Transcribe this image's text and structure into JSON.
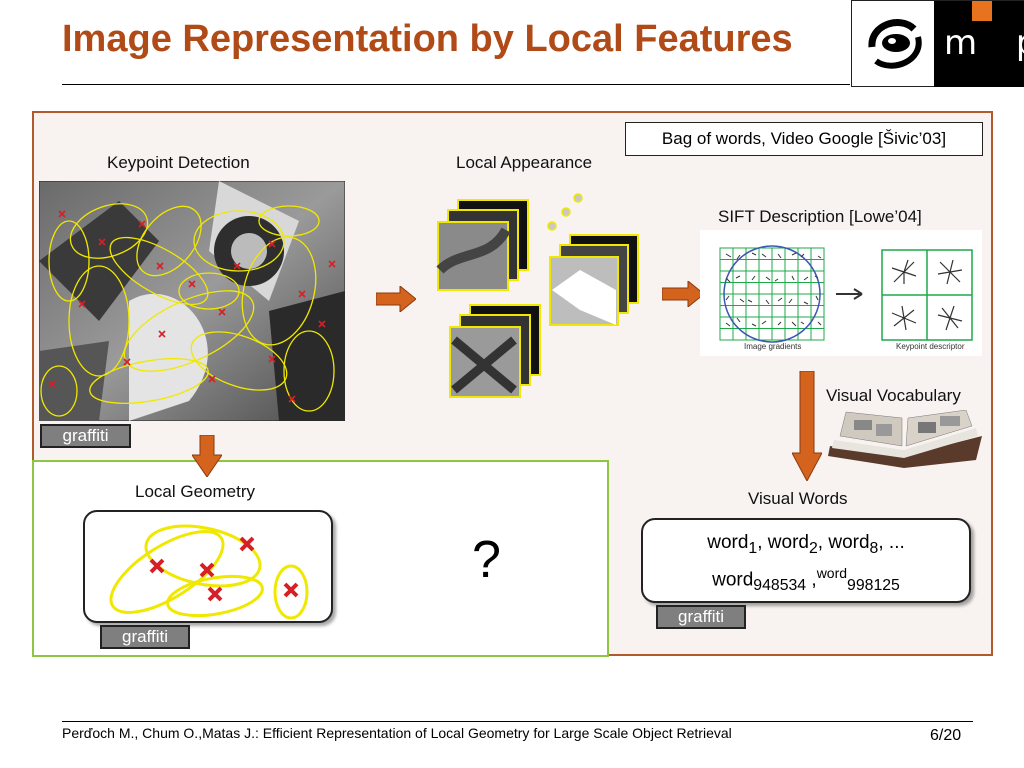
{
  "slide": {
    "title": "Image Representation by Local Features",
    "bow_box": "Bag of words, Video Google [Šivic’03]",
    "keypoint_label": "Keypoint Detection",
    "appearance_label": "Local Appearance",
    "sift_label": "SIFT Description [Lowe’04]",
    "sift_gradients_caption": "Image gradients",
    "sift_descriptor_caption": "Keypoint descriptor",
    "vocab_label": "Visual Vocabulary",
    "visual_words_label": "Visual Words",
    "geometry_label": "Local Geometry",
    "question_mark": "?",
    "tag_text": "graffiti",
    "words": {
      "w1": "word",
      "s1": "1",
      "sep1": ", word",
      "s2": "2",
      "sep2": ", word",
      "s3": "8",
      "tail1": ", ...",
      "w4": "word",
      "s4": "948534",
      "sep4": " ,",
      "w5": "word",
      "s5": "998125"
    },
    "footer": "Perďoch M., Chum O.,Matas J.: Efficient Representation of Local Geometry for Large Scale Object Retrieval",
    "page": "6/20"
  },
  "logo": {
    "text": "m p"
  },
  "colors": {
    "title": "#b04a17",
    "frame": "#b35a2c",
    "green": "#8ec63f",
    "arrow": "#d4631d",
    "ellipse": "#f0e800",
    "cross": "#d61f26"
  }
}
